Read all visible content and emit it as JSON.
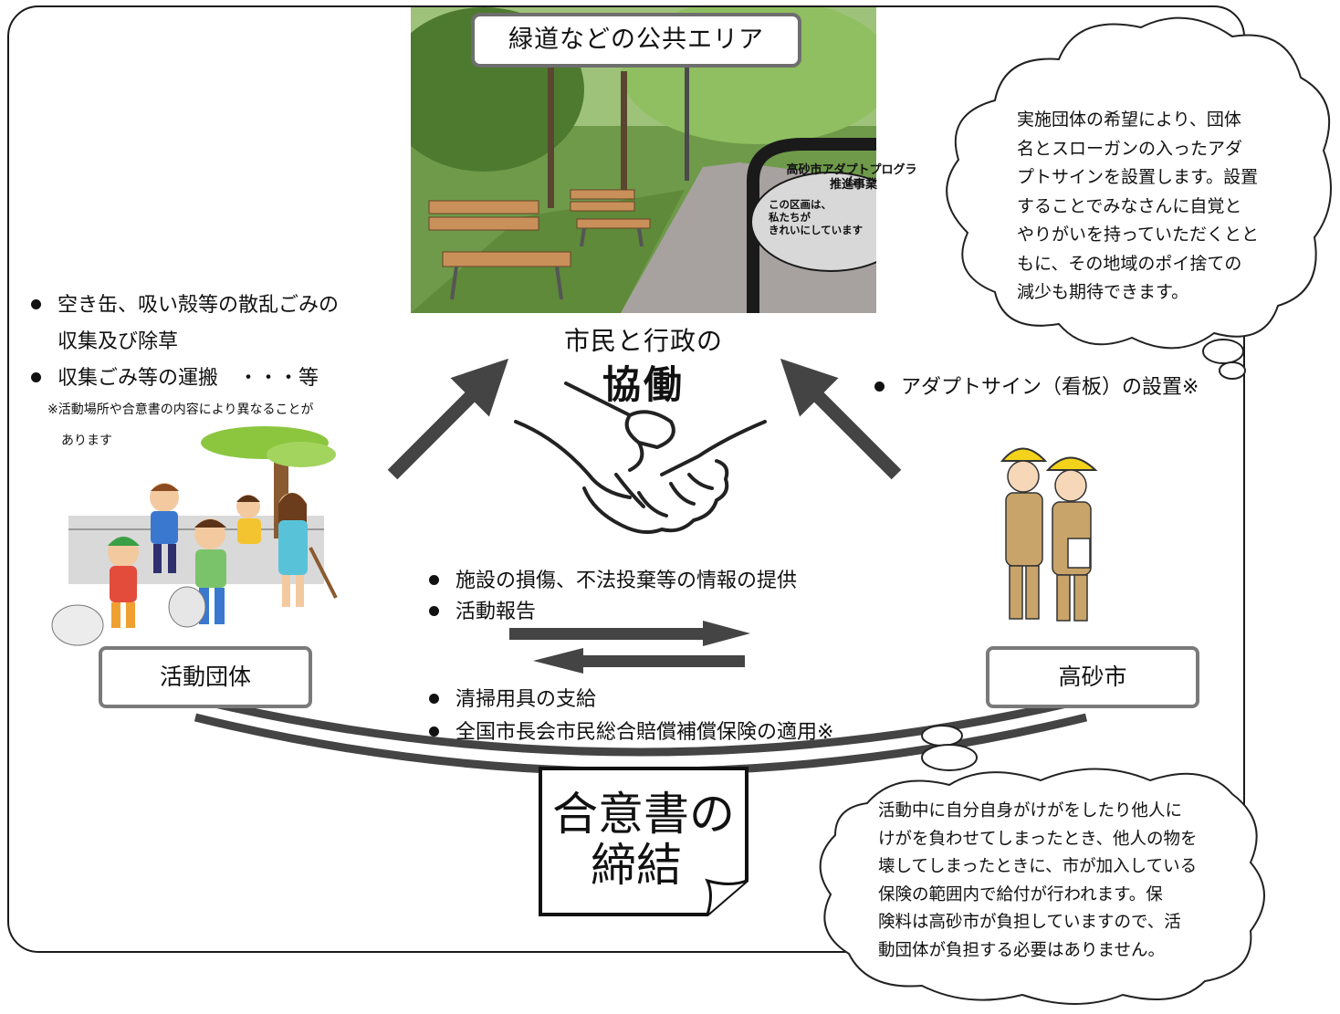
{
  "photo": {
    "title": "緑道などの公共エリア",
    "sign_arc": "高砂市アダプトプログラム",
    "sign_sub": "推進事業",
    "sign_body": [
      "この区画は、",
      "私たちが",
      "きれいにしています"
    ]
  },
  "left": {
    "bullets": [
      "空き缶、吸い殻等の散乱ごみの",
      "収集及び除草",
      "収集ごみ等の運搬　・・・等"
    ],
    "note_lines": [
      "※活動場所や合意書の内容により異なることが",
      "あります"
    ],
    "group_label": "活動団体"
  },
  "center": {
    "kyodo_small": "市民と行政の",
    "kyodo_big": "協働",
    "to_city": [
      "施設の損傷、不法投棄等の情報の提供",
      "活動報告"
    ],
    "to_group": [
      "清掃用具の支給",
      "全国市長会市民総合賠償補償保険の適用※"
    ],
    "agreement_lines": [
      "合意書の",
      "締結"
    ]
  },
  "right": {
    "bullet": "アダプトサイン（看板）の設置※",
    "city_label": "高砂市"
  },
  "cloud_top": {
    "lines": [
      "実施団体の希望により、団体",
      "名とスローガンの入ったアダ",
      "プトサインを設置します。設置",
      "することでみなさんに自覚と",
      "やりがいを持っていただくとと",
      "もに、その地域のポイ捨ての",
      "減少も期待できます。"
    ]
  },
  "cloud_bottom": {
    "lines": [
      "活動中に自分自身がけがをしたり他人に",
      "けがを負わせてしまったとき、他人の物を",
      "壊してしまったときに、市が加入している",
      "保険の範囲内で給付が行われます。保",
      "険料は高砂市が負担していますので、活",
      "動団体が負担する必要はありません。"
    ]
  },
  "colors": {
    "arrow": "#444444",
    "frame": "#1a1a1a",
    "box_border": "#7a7a7a",
    "helmet": "#f2d21b",
    "uniform": "#c8a46a"
  }
}
